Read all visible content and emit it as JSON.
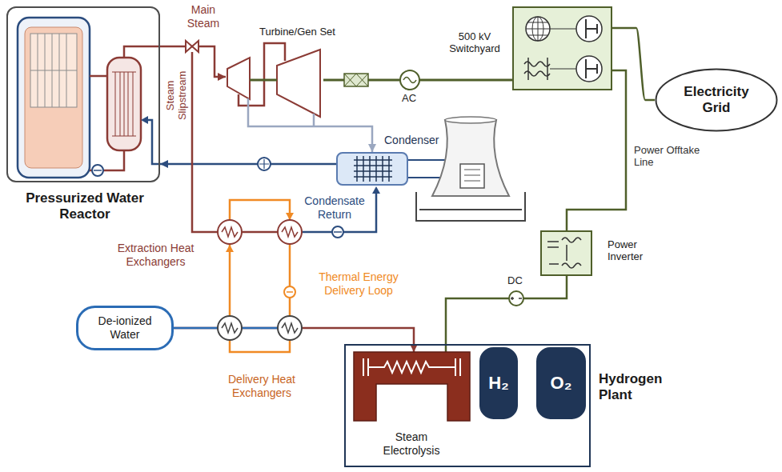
{
  "diagram": {
    "nodes": [
      {
        "text": [
          "Pressurized Water Reactor"
        ]
      },
      {
        "text": [
          "Turbine/Gen Set"
        ]
      },
      {
        "text": [
          "500 kV Switchyard"
        ]
      },
      {
        "text": [
          "Electricity Grid"
        ]
      },
      {
        "text": [
          "Condenser"
        ]
      },
      {
        "text": [
          "Power Inverter"
        ]
      },
      {
        "text": [
          "De-ionized Water"
        ]
      },
      {
        "text": [
          "Hydrogen Plant"
        ]
      },
      {
        "text": [
          "Steam Electrolysis"
        ],
        "in": 7
      },
      {
        "text": [
          "H₂"
        ],
        "in": 7
      },
      {
        "text": [
          "O₂"
        ],
        "in": 7
      }
    ],
    "edges": [
      {
        "from": 0,
        "to": 1,
        "arrow": "to",
        "label": "Main Steam"
      },
      {
        "from": 1,
        "to": 2,
        "arrow": "none"
      },
      {
        "from": 2,
        "to": 3,
        "arrow": "none"
      },
      {
        "from": 2,
        "to": 5,
        "arrow": "none",
        "label": "Power Offtake Line"
      },
      {
        "from": 1,
        "to": 4,
        "arrow": "to"
      },
      {
        "from": 4,
        "to": 0,
        "arrow": "to"
      },
      {
        "from": 5,
        "to": 8,
        "arrow": "none"
      },
      {
        "from": 6,
        "to": 8,
        "arrow": "to"
      }
    ],
    "labels": [
      "Steam Slipstream",
      "AC",
      "Extraction Heat Exchangers",
      "Condensate Return",
      "Thermal Energy Delivery Loop",
      "Delivery Heat Exchangers",
      "DC"
    ]
  }
}
